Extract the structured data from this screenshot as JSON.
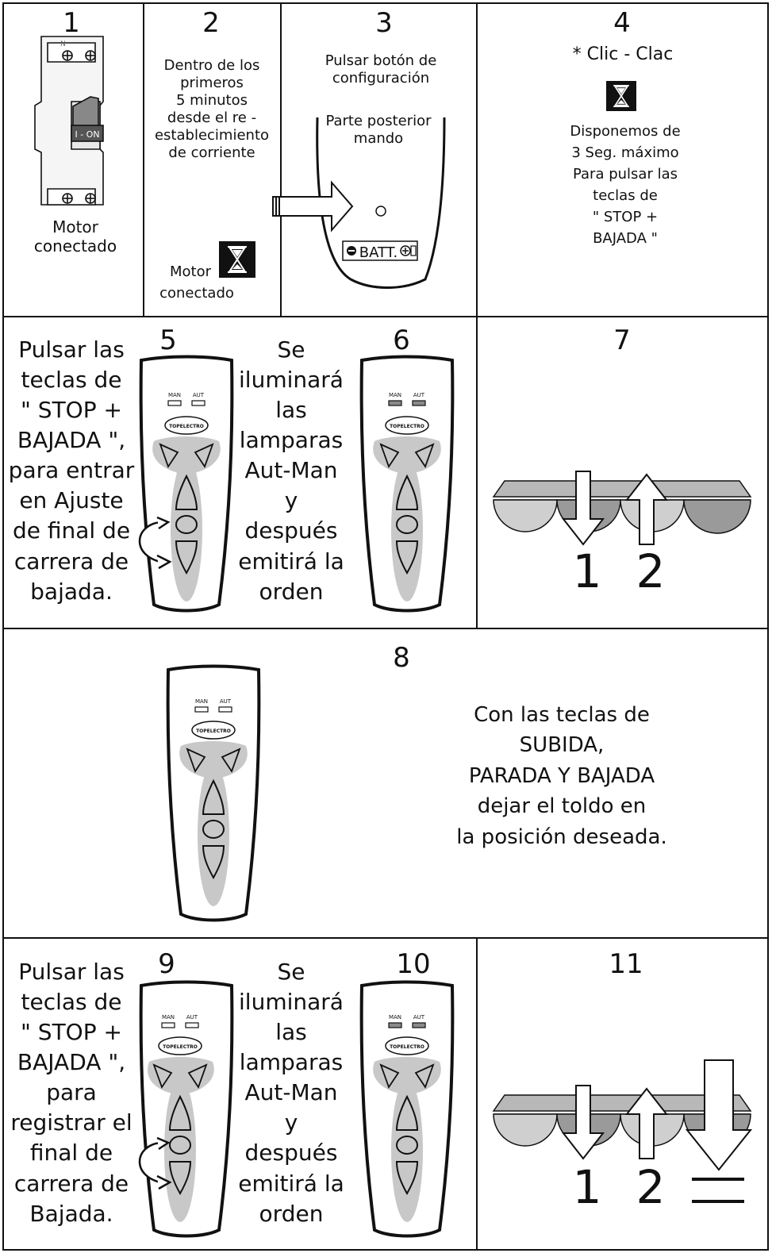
{
  "panels": {
    "p1": {
      "num": "1",
      "caption": [
        "Motor",
        "conectado"
      ],
      "switch_label": "I - ON",
      "terminal_mark": "N"
    },
    "p2": {
      "num": "2",
      "text": [
        "Dentro de los",
        "primeros",
        "5 minutos",
        "desde el re -",
        "establecimiento",
        "de corriente"
      ],
      "bottom": [
        "Motor",
        "conectado"
      ]
    },
    "p3": {
      "num": "3",
      "top": [
        "Pulsar botón de",
        "configuración"
      ],
      "inner": [
        "Parte posterior",
        "mando"
      ],
      "batt": "BATT."
    },
    "p4": {
      "num": "4",
      "top": "* Clic - Clac",
      "text": [
        "Disponemos de",
        "3 Seg. máximo",
        "Para pulsar las",
        "teclas de",
        "\" STOP +",
        "BAJADA \""
      ]
    },
    "p5": {
      "num": "5",
      "text": [
        "Pulsar las",
        "teclas de",
        "\" STOP +",
        "BAJADA \",",
        "para entrar",
        "en Ajuste",
        "de final de",
        "carrera de",
        "bajada."
      ]
    },
    "p6": {
      "num": "6",
      "text": [
        "Se",
        "iluminará",
        "las",
        "lamparas",
        "Aut-Man",
        "y",
        "después",
        "emitirá la",
        "orden"
      ]
    },
    "p7": {
      "num": "7",
      "arrow_labels": [
        "1",
        "2"
      ]
    },
    "p8": {
      "num": "8",
      "text": [
        "Con las teclas de",
        "SUBIDA,",
        "PARADA Y BAJADA",
        "dejar el toldo  en",
        "la posición deseada."
      ]
    },
    "p9": {
      "num": "9",
      "text": [
        "Pulsar las",
        "teclas de",
        "\" STOP +",
        "BAJADA \",",
        "para",
        "registrar el",
        "final de",
        "carrera de",
        "Bajada."
      ]
    },
    "p10": {
      "num": "10",
      "text": [
        "Se",
        "iluminará",
        "las",
        "lamparas",
        "Aut-Man",
        "y",
        "después",
        "emitirá la",
        "orden"
      ]
    },
    "p11": {
      "num": "11",
      "arrow_labels": [
        "1",
        "2"
      ]
    }
  },
  "remote": {
    "led_man": "MAN",
    "led_aut": "AUT",
    "brand": "TOPELECTRO"
  },
  "colors": {
    "line": "#111111",
    "button_gray": "#c8c8c8",
    "awning_dark": "#9a9a9a",
    "awning_light": "#cfcfcf",
    "led_lit": "#8a8a8a"
  }
}
